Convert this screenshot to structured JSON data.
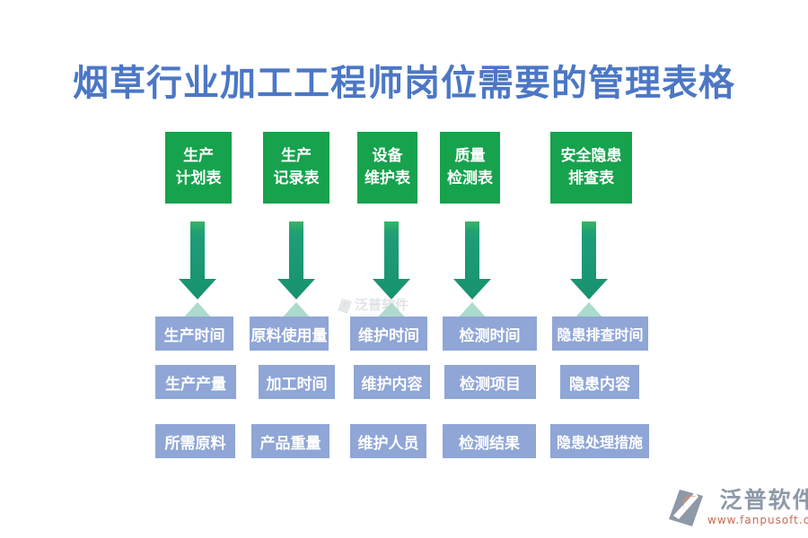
{
  "title": "烟草行业加工工程师岗位需要的管理表格",
  "columns": [
    {
      "id": "production-plan",
      "table": [
        "生产",
        "计划表"
      ],
      "fields": [
        "生产时间",
        "生产产量",
        "所需原料"
      ]
    },
    {
      "id": "production-record",
      "table": [
        "生产",
        "记录表"
      ],
      "fields": [
        "原料使用量",
        "加工时间",
        "产品重量"
      ]
    },
    {
      "id": "equipment-maintenance",
      "table": [
        "设备",
        "维护表"
      ],
      "fields": [
        "维护时间",
        "维护内容",
        "维护人员"
      ]
    },
    {
      "id": "quality-inspection",
      "table": [
        "质量",
        "检测表"
      ],
      "fields": [
        "检测时间",
        "检测项目",
        "检测结果"
      ]
    },
    {
      "id": "safety-hazard",
      "table": [
        "安全隐患",
        "排查表"
      ],
      "fields": [
        "隐患排查时间",
        "隐患内容",
        "隐患处理措施"
      ]
    }
  ],
  "watermark": {
    "text": "泛普软件"
  },
  "logo": {
    "name": "泛普软件",
    "url": "www.fanpusoft.com"
  },
  "colors": {
    "title_blue": "#4C77C5",
    "table_green": "#17A24E",
    "arrow_teal": "#1E9C79",
    "field_blue": "#8FA6D6",
    "logo_gray": "#8E99A8",
    "logo_url_orange": "#C96A50"
  }
}
